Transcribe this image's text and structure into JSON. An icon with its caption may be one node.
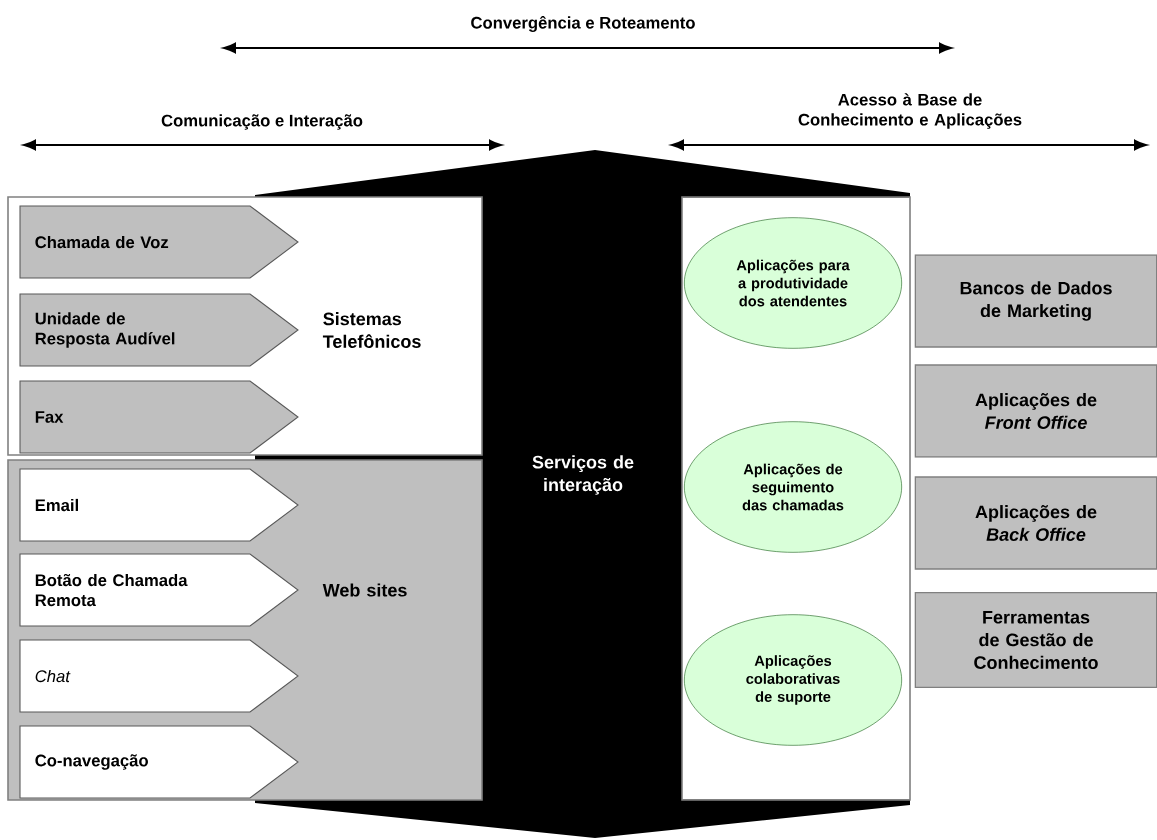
{
  "diagram": {
    "nodes": [
      {
        "text": [
          "Sistemas Telefônicos"
        ]
      },
      {
        "text": [
          "Chamada de Voz"
        ],
        "in": 0
      },
      {
        "text": [
          "Unidade de Resposta Audível"
        ],
        "in": 0
      },
      {
        "text": [
          "Fax"
        ],
        "in": 0
      },
      {
        "text": [
          "Web sites"
        ]
      },
      {
        "text": [
          "Email"
        ],
        "in": 4
      },
      {
        "text": [
          "Botão de Chamada Remota"
        ],
        "in": 4
      },
      {
        "text": [
          "Chat"
        ],
        "in": 4
      },
      {
        "text": [
          "Co-navegação"
        ],
        "in": 4
      },
      {
        "text": [
          "Serviços de interação"
        ]
      },
      {
        "text": [],
        "shape": "box",
        "in": 9
      },
      {
        "text": [
          "Aplicações para a produtividade dos atendentes"
        ],
        "in": 10
      },
      {
        "text": [
          "Aplicações de seguimento das chamadas"
        ],
        "in": 10
      },
      {
        "text": [
          "Aplicações colaborativas de suporte"
        ],
        "in": 10
      },
      {
        "text": [
          "Bancos de Dados de Marketing"
        ]
      },
      {
        "text": [
          "Aplicações de *Front Office*"
        ]
      },
      {
        "text": [
          "Aplicações de *Back Office*"
        ]
      },
      {
        "text": [
          "Ferramentas de Gestão de Conhecimento"
        ]
      }
    ],
    "labels": [
      "Convergência e Roteamento",
      "Comunicação e Interação",
      "Acesso à Base de Conhecimento e Aplicações"
    ]
  }
}
